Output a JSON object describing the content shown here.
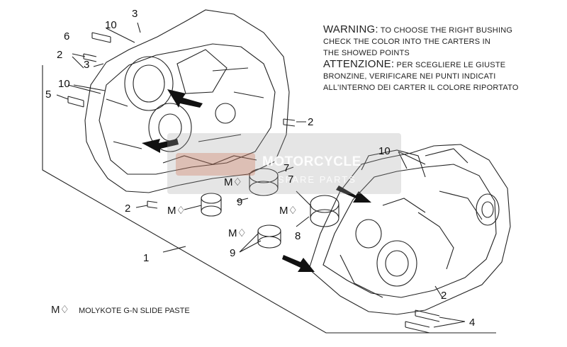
{
  "warning": {
    "title_en": "WARNING:",
    "line1_en": "TO CHOOSE THE RIGHT BUSHING",
    "line2_en": "CHECK THE COLOR INTO THE CARTERS IN",
    "line3_en": "THE SHOWED POINTS",
    "title_it": "ATTENZIONE:",
    "line1_it": "PER SCEGLIERE LE GIUSTE",
    "line2_it": "BRONZINE, VERIFICARE NEI PUNTI INDICATI",
    "line3_it": "ALL'INTERNO DEI CARTER IL COLORE RIPORTATO"
  },
  "legend": {
    "symbol": "M♢",
    "text": "MOLYKOTE G-N SLIDE PASTE"
  },
  "watermark": {
    "title": "MOTORCYCLE",
    "subtitle": "SPARE PARTS"
  },
  "callouts": {
    "c1": "1",
    "c2a": "2",
    "c2b": "2",
    "c2c": "2",
    "c2d": "2",
    "c3a": "3",
    "c3b": "3",
    "c4": "4",
    "c5": "5",
    "c6": "6",
    "c7a": "7",
    "c7b": "7",
    "c8": "8",
    "c9a": "9",
    "c9b": "9",
    "c10a": "10",
    "c10b": "10",
    "c10c": "10",
    "m1": "M♢",
    "m2": "M♢",
    "m3": "M♢",
    "m4": "M♢"
  }
}
